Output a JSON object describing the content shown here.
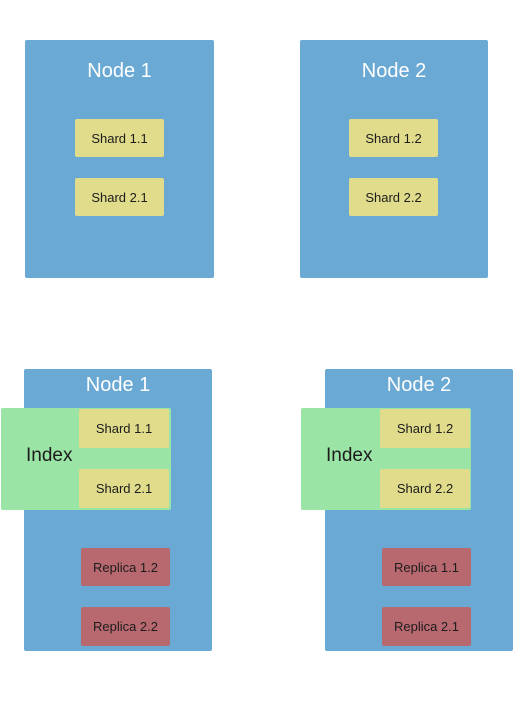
{
  "top": {
    "node1": {
      "title": "Node 1",
      "shards": [
        "Shard 1.1",
        "Shard 2.1"
      ]
    },
    "node2": {
      "title": "Node 2",
      "shards": [
        "Shard 1.2",
        "Shard 2.2"
      ]
    }
  },
  "bottom": {
    "node1": {
      "title": "Node 1",
      "index_label": "Index",
      "shards": [
        "Shard 1.1",
        "Shard 2.1"
      ],
      "replicas": [
        "Replica 1.2",
        "Replica 2.2"
      ]
    },
    "node2": {
      "title": "Node 2",
      "index_label": "Index",
      "shards": [
        "Shard 1.2",
        "Shard 2.2"
      ],
      "replicas": [
        "Replica 1.1",
        "Replica 2.1"
      ]
    }
  },
  "colors": {
    "node": "#6aa9d4",
    "shard": "#e0dc8b",
    "replica": "#b86970",
    "index": "#9ae4a6"
  }
}
